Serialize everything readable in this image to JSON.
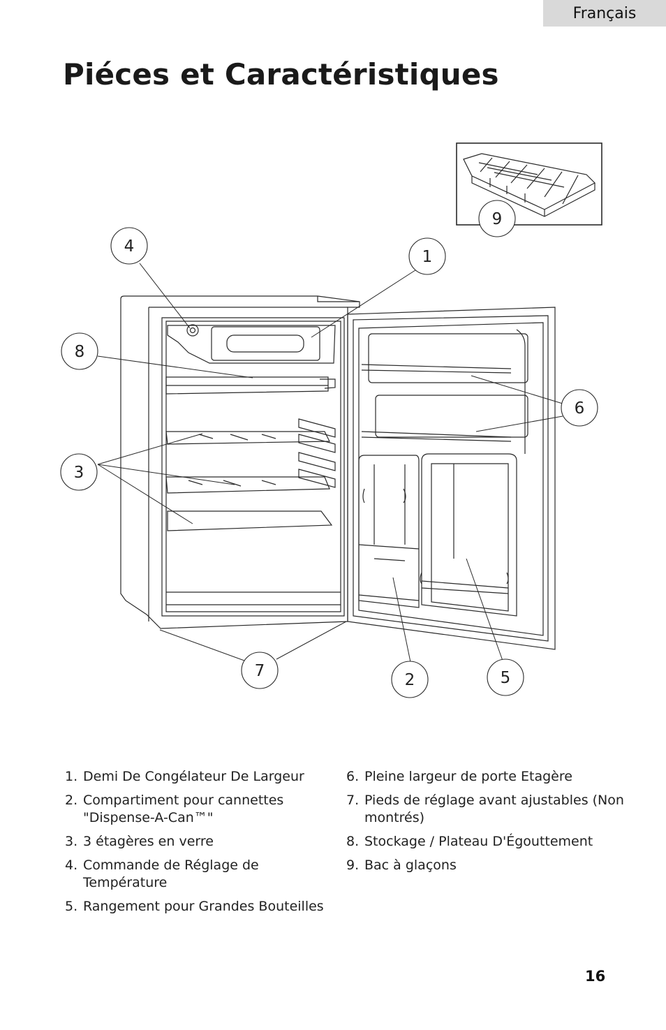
{
  "header": {
    "language_tab": "Français"
  },
  "page": {
    "title": "Piéces et Caractéristiques",
    "number": "16"
  },
  "callouts": [
    {
      "label": "1"
    },
    {
      "label": "2"
    },
    {
      "label": "3"
    },
    {
      "label": "4"
    },
    {
      "label": "5"
    },
    {
      "label": "6"
    },
    {
      "label": "7"
    },
    {
      "label": "8"
    },
    {
      "label": "9"
    }
  ],
  "parts_left": [
    {
      "num": "1.",
      "text": "Demi De Congélateur De Largeur"
    },
    {
      "num": "2.",
      "text": "Compartiment pour cannettes \"Dispense-A-Can™\""
    },
    {
      "num": "3.",
      "text": "3 étagères en verre"
    },
    {
      "num": "4.",
      "text": "Commande de Réglage de Température"
    },
    {
      "num": "5.",
      "text": "Rangement pour Grandes Bouteilles"
    }
  ],
  "parts_right": [
    {
      "num": "6.",
      "text": "Pleine largeur de porte Etagère"
    },
    {
      "num": "7.",
      "text": "Pieds de réglage avant ajustables (Non montrés)"
    },
    {
      "num": "8.",
      "text": "Stockage / Plateau D'Égouttement"
    },
    {
      "num": "9.",
      "text": "Bac à glaçons"
    }
  ]
}
